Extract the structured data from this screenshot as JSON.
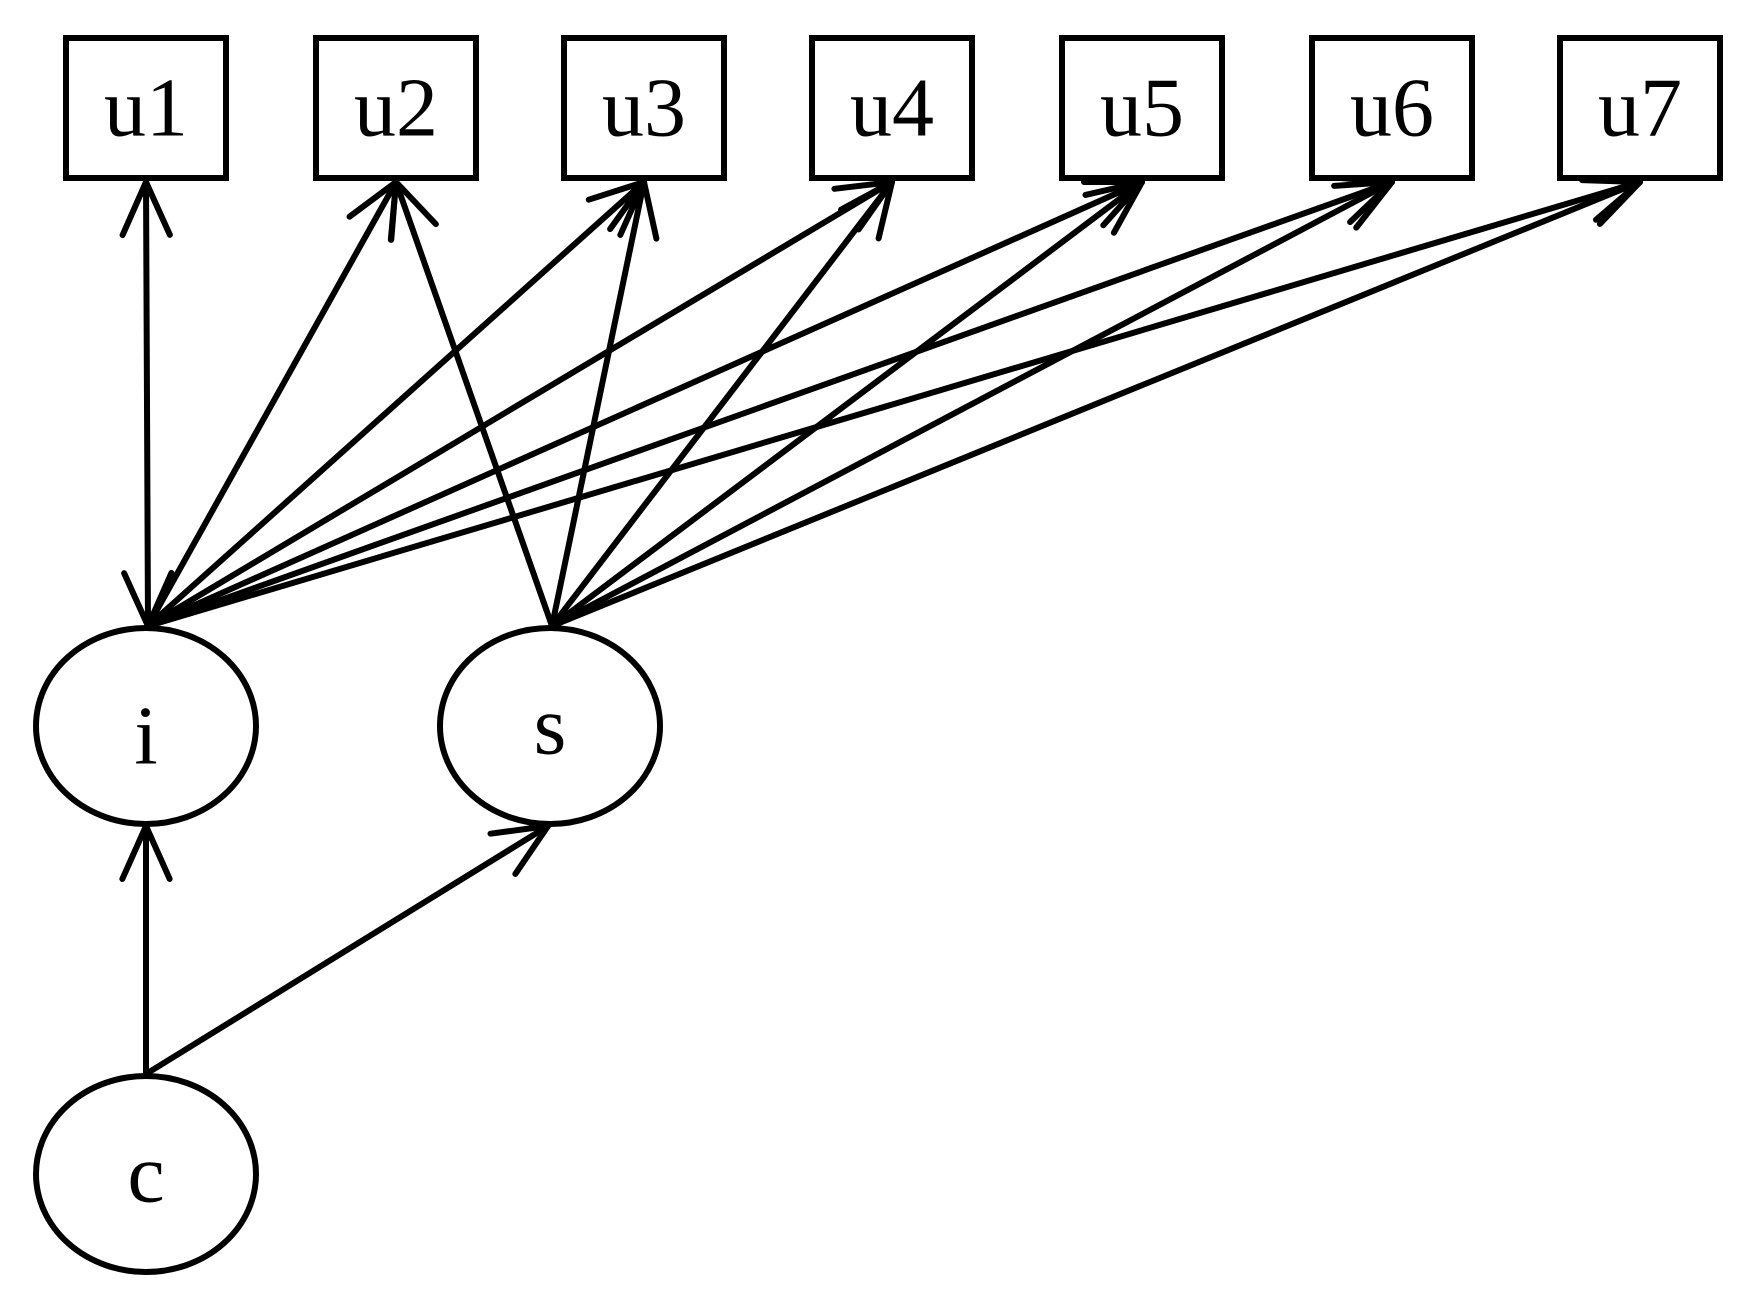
{
  "diagram": {
    "observed": [
      {
        "id": "u1",
        "label": "u1"
      },
      {
        "id": "u2",
        "label": "u2"
      },
      {
        "id": "u3",
        "label": "u3"
      },
      {
        "id": "u4",
        "label": "u4"
      },
      {
        "id": "u5",
        "label": "u5"
      },
      {
        "id": "u6",
        "label": "u6"
      },
      {
        "id": "u7",
        "label": "u7"
      }
    ],
    "latent": [
      {
        "id": "i",
        "label": "i"
      },
      {
        "id": "s",
        "label": "s"
      },
      {
        "id": "c",
        "label": "c"
      }
    ],
    "edges": [
      {
        "from": "c",
        "to": "i"
      },
      {
        "from": "c",
        "to": "s"
      },
      {
        "from": "i",
        "to": "u1",
        "bidirectional": true
      },
      {
        "from": "i",
        "to": "u2"
      },
      {
        "from": "i",
        "to": "u3"
      },
      {
        "from": "i",
        "to": "u4"
      },
      {
        "from": "i",
        "to": "u5"
      },
      {
        "from": "i",
        "to": "u6"
      },
      {
        "from": "i",
        "to": "u7"
      },
      {
        "from": "s",
        "to": "u2"
      },
      {
        "from": "s",
        "to": "u3"
      },
      {
        "from": "s",
        "to": "u4"
      },
      {
        "from": "s",
        "to": "u5"
      },
      {
        "from": "s",
        "to": "u6"
      },
      {
        "from": "s",
        "to": "u7"
      }
    ],
    "colors": {
      "stroke": "#000000",
      "fill": "#ffffff"
    }
  }
}
